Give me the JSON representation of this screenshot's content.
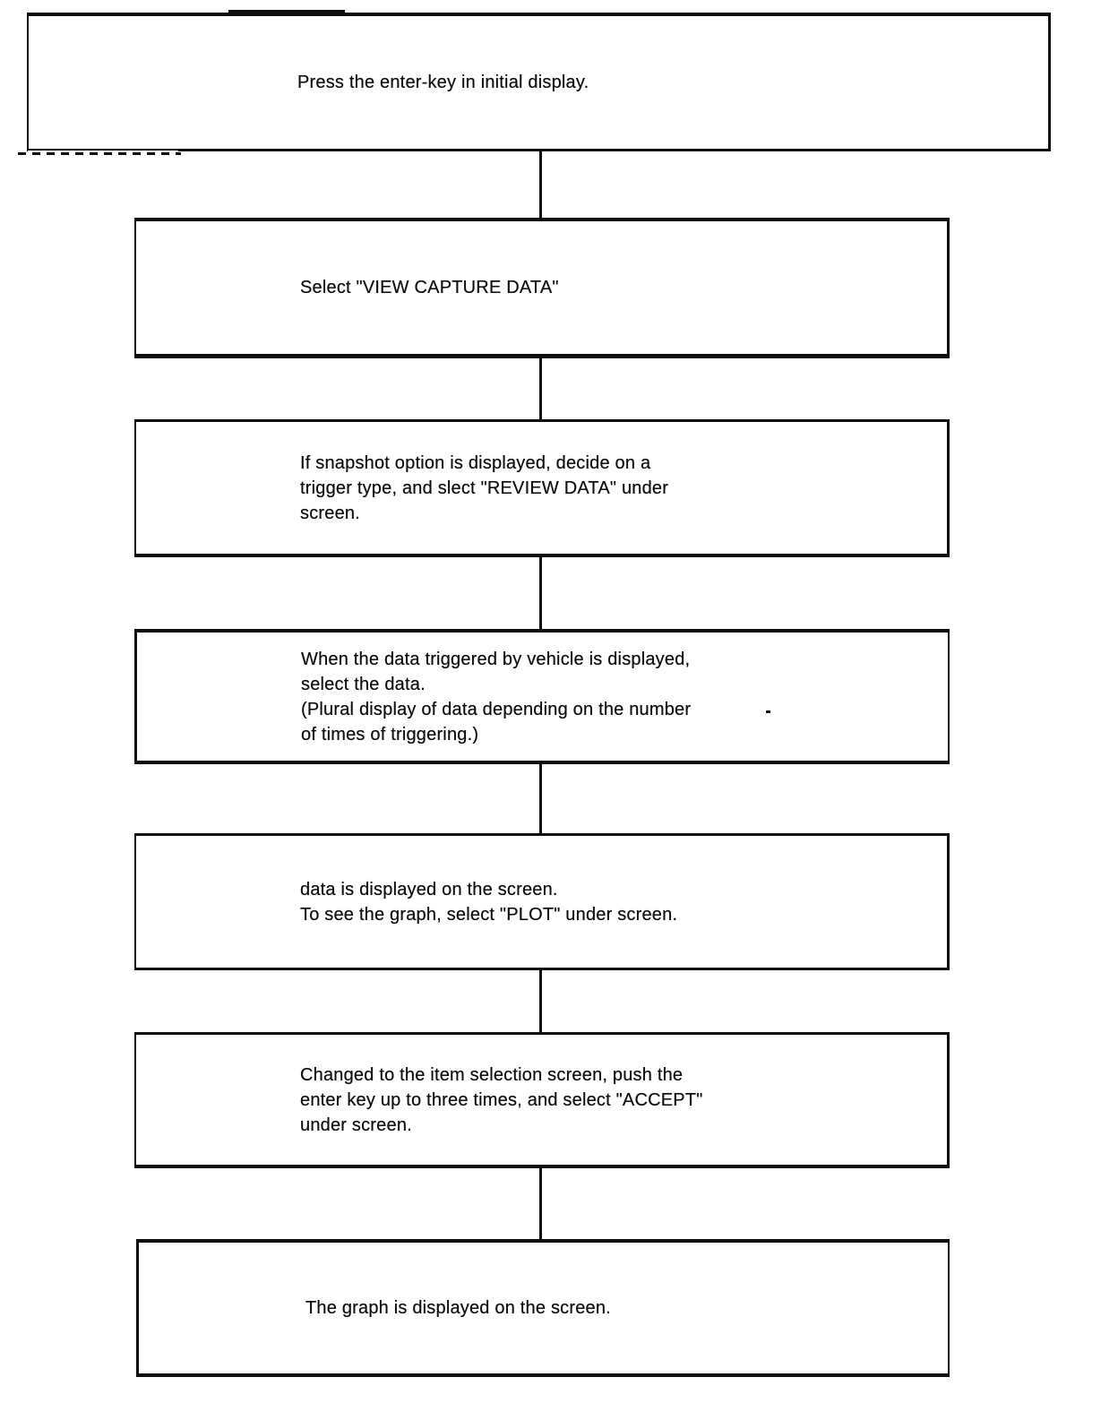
{
  "colors": {
    "paper": "#ffffff",
    "ink": "#0e0e0e"
  },
  "flowchart": {
    "steps": [
      {
        "text": "Press the enter-key in initial display."
      },
      {
        "text": "Select \"VIEW CAPTURE DATA\""
      },
      {
        "text": "If snapshot option is displayed, decide on a\ntrigger type, and slect \"REVIEW DATA\" under\nscreen."
      },
      {
        "text": "When the data triggered by vehicle is displayed,\nselect the data.\n(Plural display of data depending on the number\nof times of triggering.)"
      },
      {
        "text": "data is displayed on the screen.\nTo see the graph, select \"PLOT\" under screen."
      },
      {
        "text": "Changed to the item selection screen, push the\nenter key up to three times, and select \"ACCEPT\"\nunder screen."
      },
      {
        "text": "The graph is displayed on the screen."
      }
    ]
  }
}
